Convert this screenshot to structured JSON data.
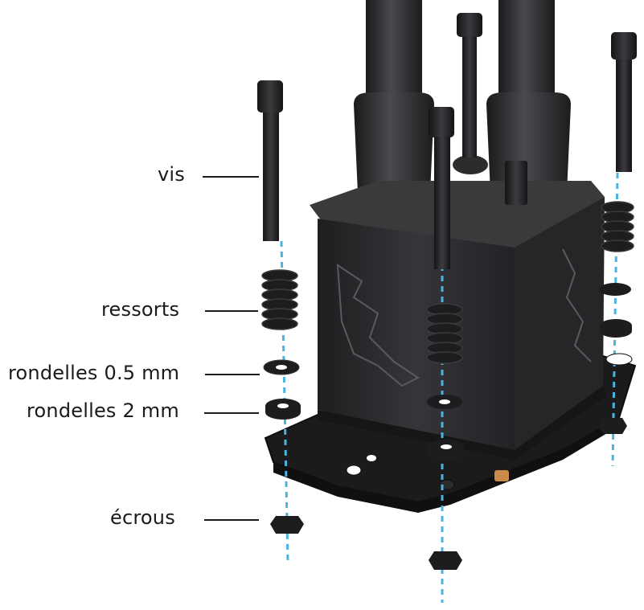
{
  "labels": {
    "screws": "vis",
    "springs": "ressorts",
    "washers_thin": "rondelles 0.5 mm",
    "washers_thick": "rondelles 2 mm",
    "nuts": "écrous"
  },
  "colors": {
    "hardware": "#1d1d1f",
    "block_body": "#2b2b2d",
    "block_top": "#3a3a3c",
    "base_plate": "#1b1b1c",
    "guide_line": "#4ab3e0",
    "copper": "#c98a4a",
    "text": "#1a1a1a"
  }
}
